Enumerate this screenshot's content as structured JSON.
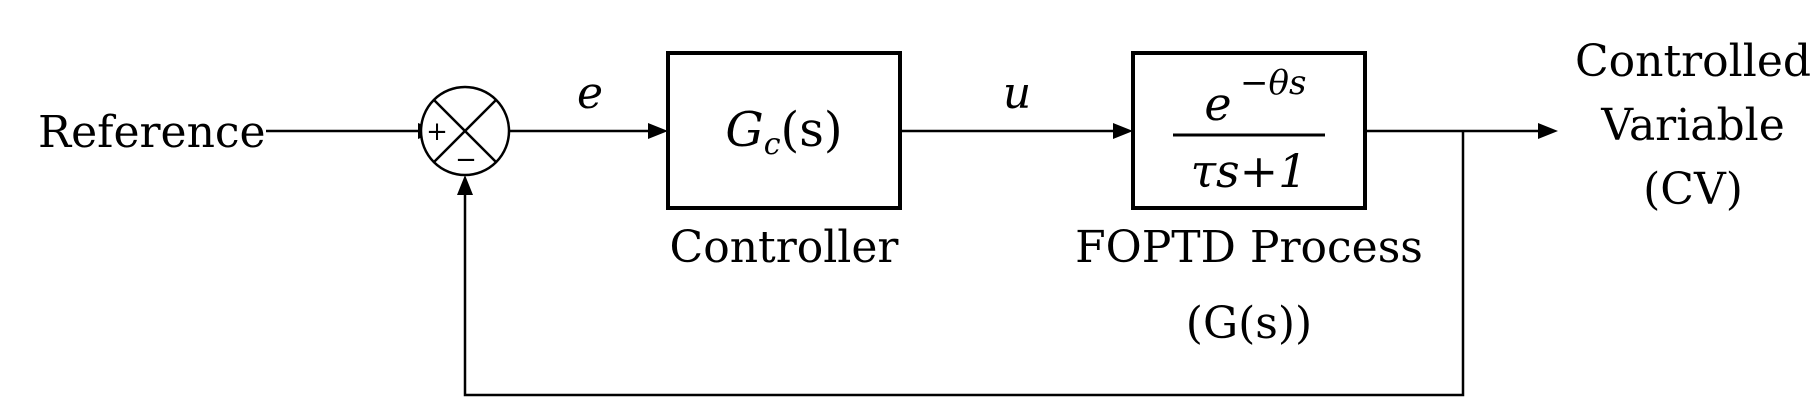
{
  "nodes": {
    "reference": "Reference",
    "summer": {
      "plus": "+",
      "minus": "−"
    },
    "controller": {
      "transfer_function": "G",
      "subscript": "c",
      "arg": "(s)",
      "caption": "Controller"
    },
    "process": {
      "numerator_base": "e",
      "numerator_exponent": "−θs",
      "denominator": "τs+1",
      "caption_line1": "FOPTD Process",
      "caption_line2": "(G(s))"
    },
    "output": {
      "line1": "Controlled",
      "line2": "Variable",
      "line3": "(CV)"
    }
  },
  "signals": {
    "error": "e",
    "control": "u"
  }
}
